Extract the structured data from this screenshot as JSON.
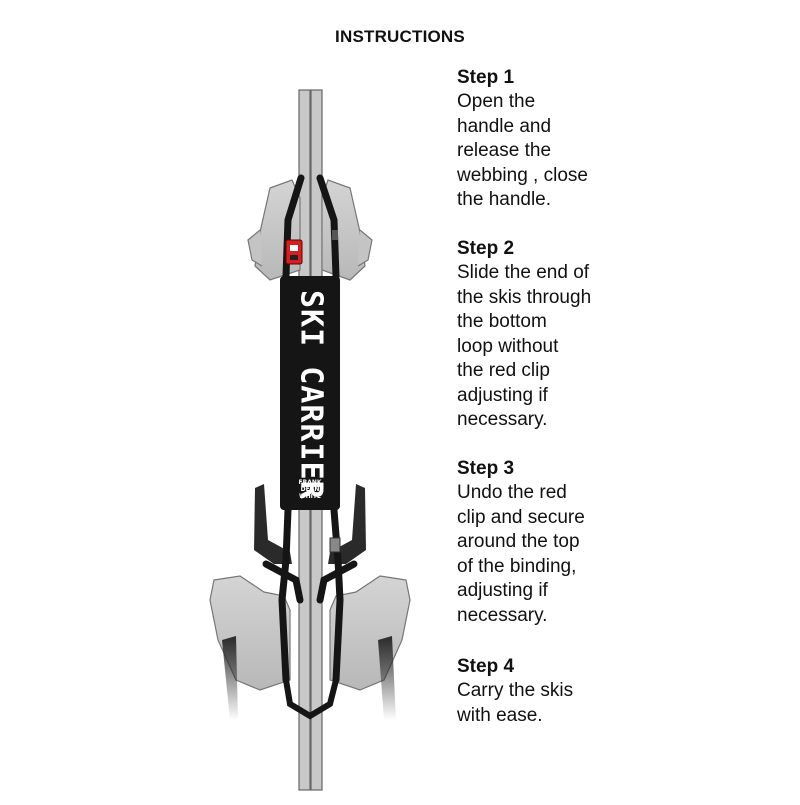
{
  "title": "INSTRUCTIONS",
  "illustration": {
    "sleeve_text": "SKI CARRIER",
    "logo_text": "FRANK\nDEAN\nWHITE",
    "colors": {
      "skis": "#c8c8c8",
      "boots": "#d0d0d0",
      "strap": "#151515",
      "clip": "#d42020"
    }
  },
  "steps": [
    {
      "heading": "Step 1",
      "text": "Open the\nhandle and\nrelease the\nwebbing , close\nthe handle."
    },
    {
      "heading": "Step 2",
      "text": "Slide the end of\nthe skis through\nthe bottom\nloop without\nthe red clip\nadjusting if\nnecessary."
    },
    {
      "heading": "Step 3",
      "text": "Undo the red\nclip and secure\naround the top\nof the binding,\nadjusting if\nnecessary."
    },
    {
      "heading": "Step 4",
      "text": "Carry the skis\nwith ease."
    }
  ]
}
